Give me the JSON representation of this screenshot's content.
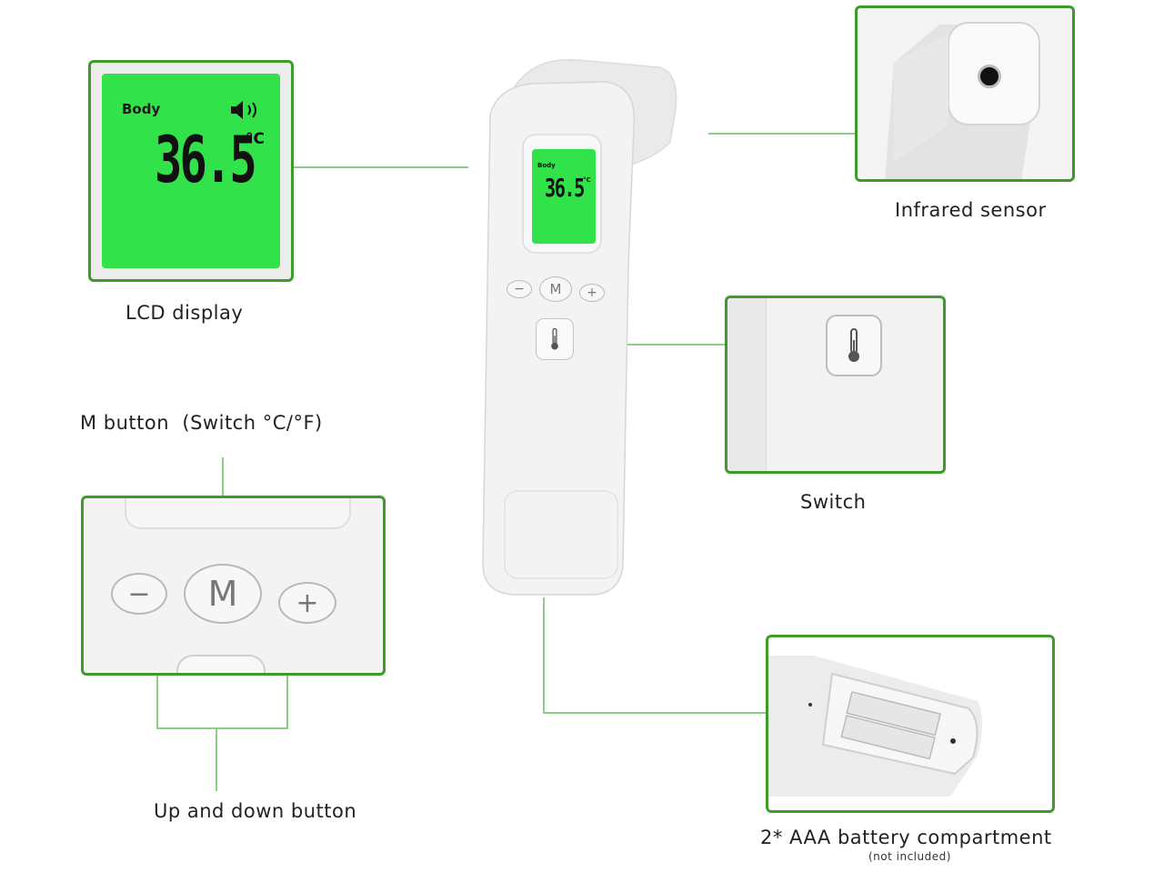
{
  "labels": {
    "lcd": "LCD display",
    "m_button": "M button  (Switch °C/°F)",
    "up_down": "Up and down button",
    "infrared": "Infrared sensor",
    "switch": "Switch",
    "battery": "2* AAA battery compartment",
    "battery_note": "(not included)"
  },
  "lcd": {
    "mode": "Body",
    "temperature": "36.5",
    "unit": "°C"
  },
  "buttons": {
    "minus": "−",
    "m": "M",
    "plus": "+"
  },
  "colors": {
    "frame_border": "#3f9a2c",
    "lcd_green": "#32e24a",
    "connector": "#8ccf84"
  },
  "icons": [
    "speaker-icon",
    "thermometer-icon"
  ]
}
